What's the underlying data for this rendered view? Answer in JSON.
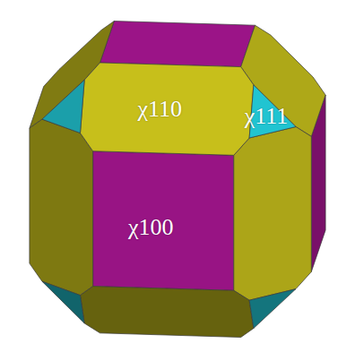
{
  "diagram": {
    "labels": [
      "χ110",
      "χ111",
      "χ100"
    ]
  }
}
